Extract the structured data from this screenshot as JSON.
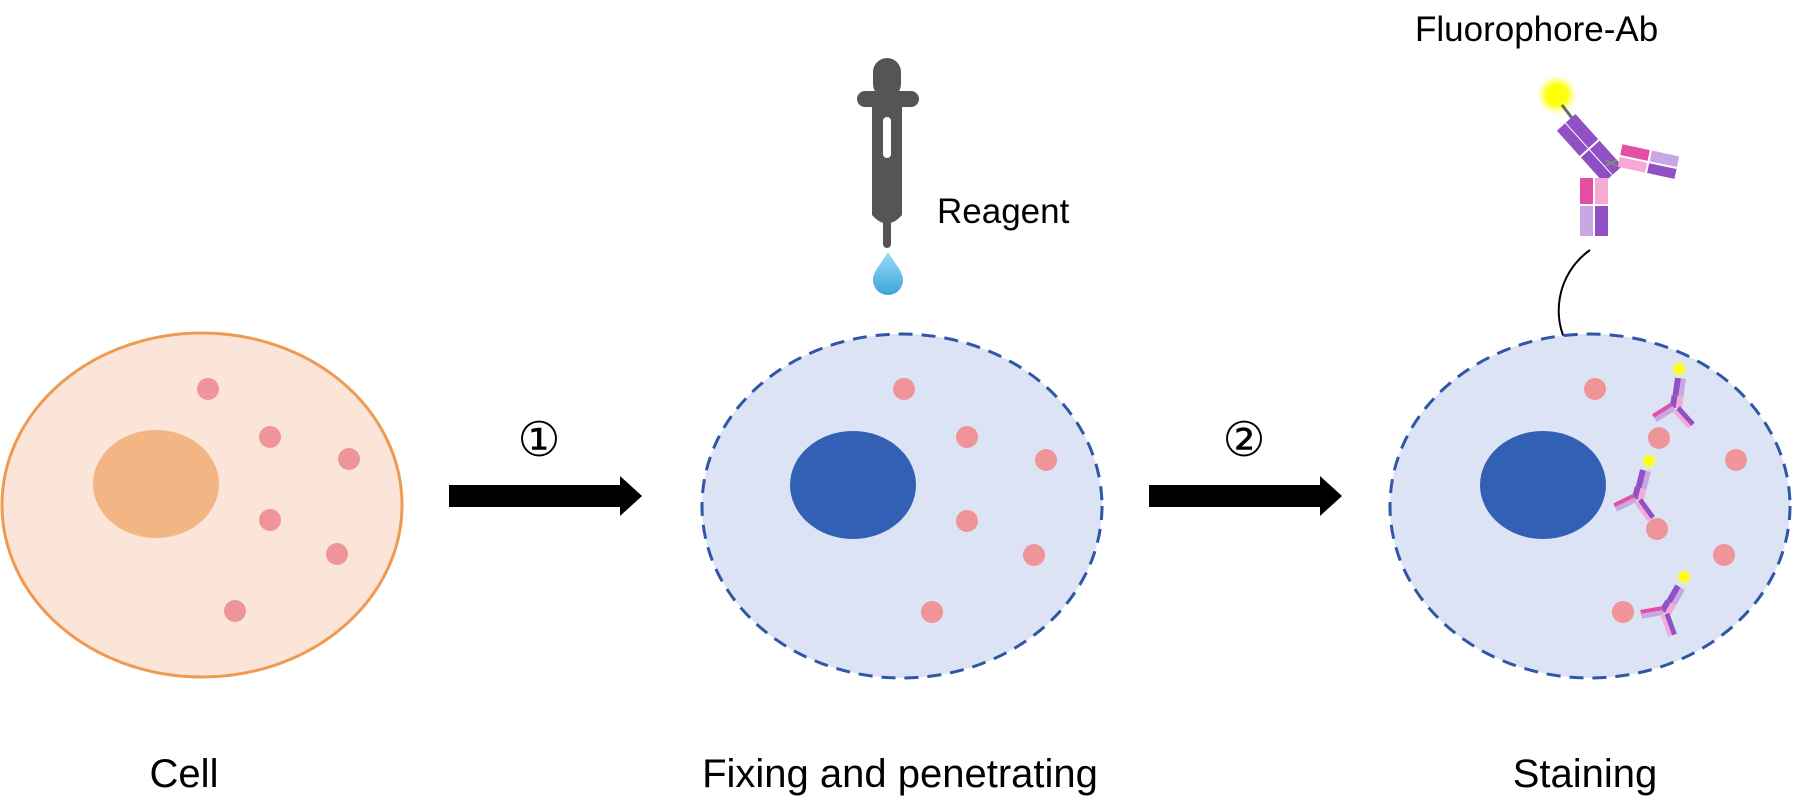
{
  "labels": {
    "cell": "Cell",
    "fixing": "Fixing and penetrating",
    "staining": "Staining",
    "reagent": "Reagent",
    "fluorophore_ab": "Fluorophore-Ab",
    "step1": "①",
    "step2": "②"
  },
  "colors": {
    "cell_fill": "#fbe5d8",
    "cell_outline": "#ee9a52",
    "cell_nucleus": "#f4b584",
    "fixed_fill": "#dbe3f4",
    "fixed_outline": "#2f57a6",
    "fixed_nucleus": "#3260b5",
    "granule": "#ef9498",
    "arrow": "#000000",
    "dropper": "#555555",
    "droplet": "#4cb4e6",
    "fluorophore": "#ffff00",
    "antibody_purple": "#9150c4",
    "antibody_pink": "#e24fa3",
    "antibody_light_pink": "#f6a9d5",
    "antibody_lavender": "#c7a8e4"
  },
  "icons": [
    "dropper-icon",
    "droplet-icon",
    "antibody-icon",
    "fluorophore-icon",
    "arrow-right-icon"
  ]
}
